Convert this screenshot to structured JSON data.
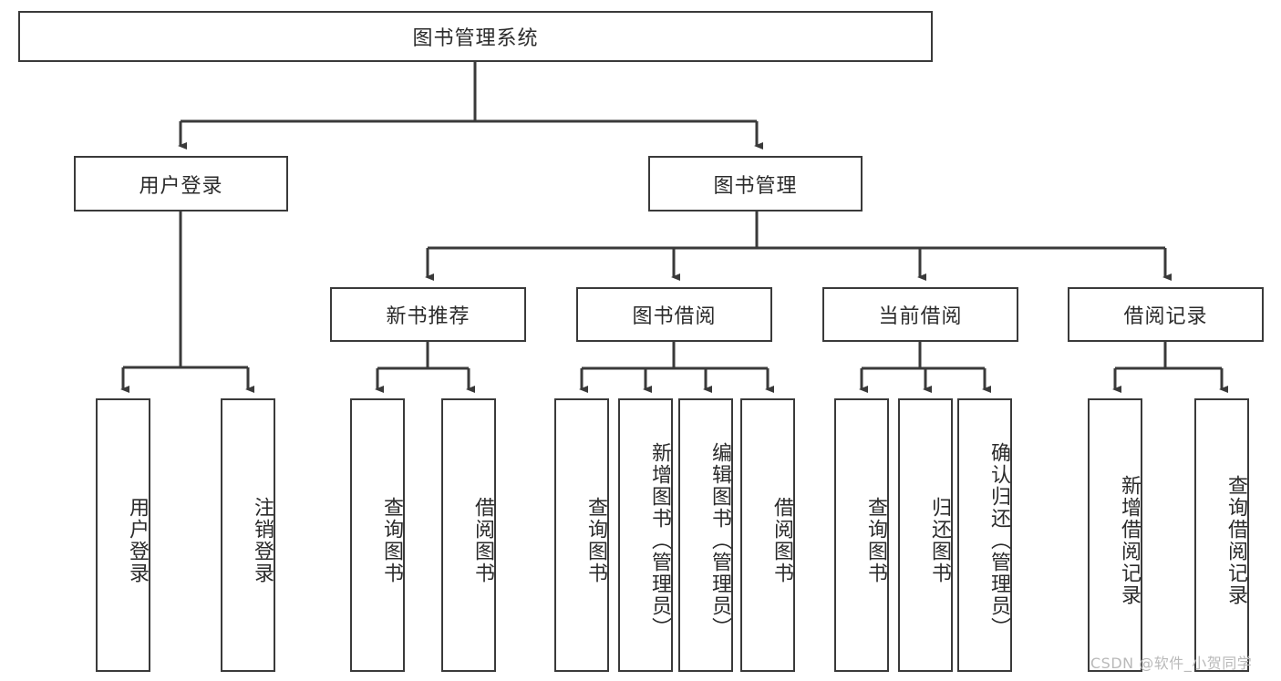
{
  "diagram": {
    "type": "tree-hierarchy-chart",
    "title": "图书管理系统",
    "watermark": "CSDN @软件_小贺同学",
    "colors": {
      "background": "#ffffff",
      "stroke": "#3a3a3a",
      "text": "#2b2b2b",
      "watermark": "#b9b9b9"
    },
    "levels": {
      "root": {
        "label": "图书管理系统"
      },
      "level2": [
        {
          "label": "用户登录"
        },
        {
          "label": "图书管理"
        }
      ],
      "level3": [
        {
          "label": "新书推荐"
        },
        {
          "label": "图书借阅"
        },
        {
          "label": "当前借阅"
        },
        {
          "label": "借阅记录"
        }
      ],
      "leaves": [
        {
          "label": "用户登录",
          "parent": "用户登录"
        },
        {
          "label": "注销登录",
          "parent": "用户登录"
        },
        {
          "label": "查询图书",
          "parent": "新书推荐"
        },
        {
          "label": "借阅图书",
          "parent": "新书推荐"
        },
        {
          "label": "查询图书",
          "parent": "图书借阅"
        },
        {
          "label": "新增图书（管理员）",
          "parent": "图书借阅"
        },
        {
          "label": "编辑图书（管理员）",
          "parent": "图书借阅"
        },
        {
          "label": "借阅图书",
          "parent": "图书借阅"
        },
        {
          "label": "查询图书",
          "parent": "当前借阅"
        },
        {
          "label": "归还图书",
          "parent": "当前借阅"
        },
        {
          "label": "确认归还（管理员）",
          "parent": "当前借阅"
        },
        {
          "label": "新增借阅记录",
          "parent": "借阅记录"
        },
        {
          "label": "查询借阅记录",
          "parent": "借阅记录"
        }
      ]
    }
  }
}
